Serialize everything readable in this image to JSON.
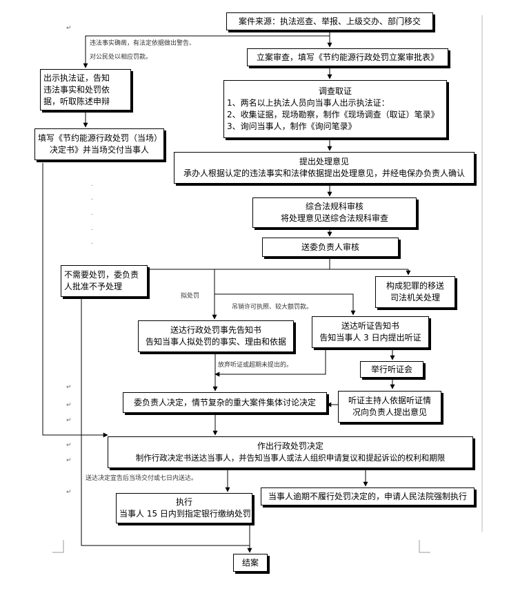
{
  "nodes": {
    "source": "案件来源：执法巡查、举报、上级交办、部门移交",
    "filing": "立案审查，填写《节约能源行政处罚立案审批表》",
    "investigation": {
      "title": "调查取证",
      "items": [
        "1、两名以上执法人员向当事人出示执法证：",
        "2、收集证据，现场勘察，制作《现场调查（取证）笔录》",
        "3、询问当事人，制作《询问笔录》"
      ]
    },
    "show_cert": {
      "lines": [
        "出示执法证，告知",
        "违法事实和处罚依",
        "据，听取陈述申辩"
      ]
    },
    "onsite_decision": {
      "lines": [
        "填写《节约能源行政处罚（当场）",
        "决定书》并当场交付当事人"
      ]
    },
    "opinion": {
      "title": "提出处理意见",
      "line": "承办人根据认定的违法事实和法律依据提出处理意见，并经电保办负责人确认"
    },
    "legal_review": {
      "title": "综合法规科审核",
      "line": "将处理意见送综合法规科审查"
    },
    "director_review": "送委负责人审核",
    "no_penalty": {
      "lines": [
        "不需要处罚，委负责",
        "人批准不予处理"
      ]
    },
    "crime": {
      "lines": [
        "构成犯罪的移送",
        "司法机关处理"
      ]
    },
    "prior_notice": {
      "title": "送达行政处罚事先告知书",
      "line": "告知当事人拟处罚的事实、理由和依据"
    },
    "hearing_notice": {
      "title": "送达听证告知书",
      "line": "告知当事人 3 日内提出听证"
    },
    "hold_hearing": "举行听证会",
    "hearing_opinion": {
      "lines": [
        "听证主持人依据听证情",
        "况向负责人提出意见"
      ]
    },
    "collective_decision": "委负责人决定，情节复杂的重大案件集体讨论决定",
    "penalty_decision": {
      "title": "作出行政处罚决定",
      "line": "制作行政决定书送达当事人，并告知当事人或法人组织申请复议和提起诉讼的权利和期限"
    },
    "court_enforce": "当事人逾期不履行处罚决定的，申请人民法院强制执行",
    "execute": {
      "title": "执行",
      "line": "当事人 15 日内到指定银行缴纳处罚"
    },
    "close": "结案"
  },
  "edge_labels": {
    "summary_1": "违法事实确凿，有法定依据做出警告、",
    "summary_2": "对公民处以相应罚款。",
    "proposed_penalty": "拟处罚",
    "revoke_license": "吊销许可执照、较大额罚款。",
    "waive_hearing": "放弃听证或超期未提出的。",
    "deliver_time": "送达决定宣告后当场交付或七日内送达。"
  },
  "marks": {
    "para": "↵",
    "dot": "."
  }
}
